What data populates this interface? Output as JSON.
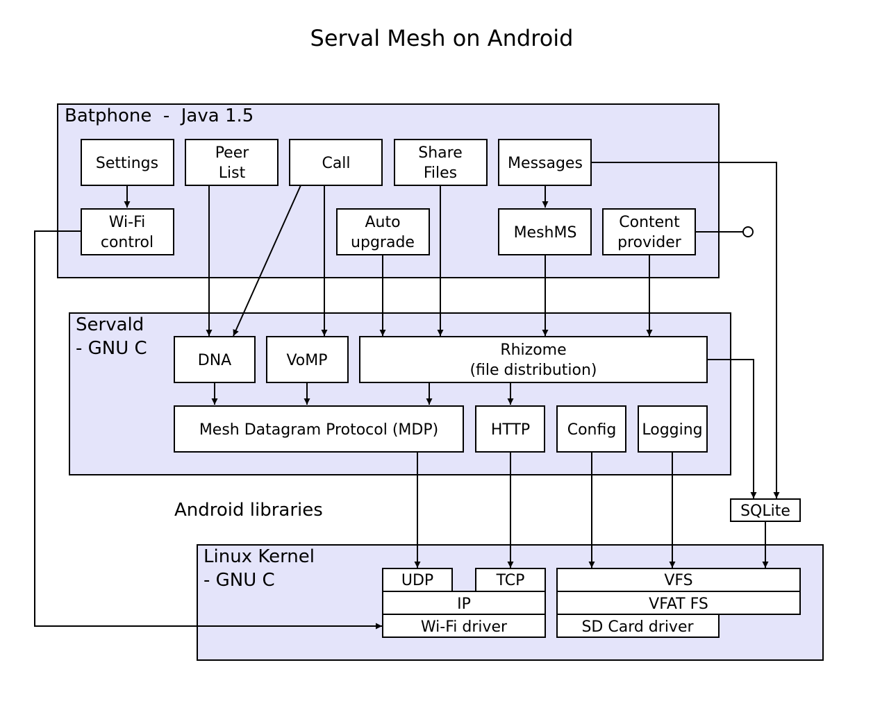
{
  "title": "Serval Mesh on Android",
  "colors": {
    "layer_fill": "#e4e4fa",
    "box_fill": "#ffffff",
    "stroke": "#000000"
  },
  "layers": {
    "batphone": "Batphone  -  Java 1.5",
    "servald_l1": "Servald",
    "servald_l2": "- GNU C",
    "android_libraries": "Android libraries",
    "kernel_l1": "Linux Kernel",
    "kernel_l2": "- GNU C"
  },
  "components": {
    "settings": "Settings",
    "peer_list_l1": "Peer",
    "peer_list_l2": "List",
    "call": "Call",
    "share_files_l1": "Share",
    "share_files_l2": "Files",
    "messages": "Messages",
    "wifi_control_l1": "Wi-Fi",
    "wifi_control_l2": "control",
    "auto_upgrade_l1": "Auto",
    "auto_upgrade_l2": "upgrade",
    "meshms": "MeshMS",
    "content_provider_l1": "Content",
    "content_provider_l2": "provider",
    "dna": "DNA",
    "vomp": "VoMP",
    "rhizome_l1": "Rhizome",
    "rhizome_l2": "(file distribution)",
    "mdp": "Mesh Datagram Protocol (MDP)",
    "http": "HTTP",
    "config": "Config",
    "logging": "Logging",
    "sqlite": "SQLite",
    "udp": "UDP",
    "tcp": "TCP",
    "ip": "IP",
    "wifi_driver": "Wi-Fi driver",
    "vfs": "VFS",
    "vfat_fs": "VFAT FS",
    "sd_card_driver": "SD Card driver"
  }
}
